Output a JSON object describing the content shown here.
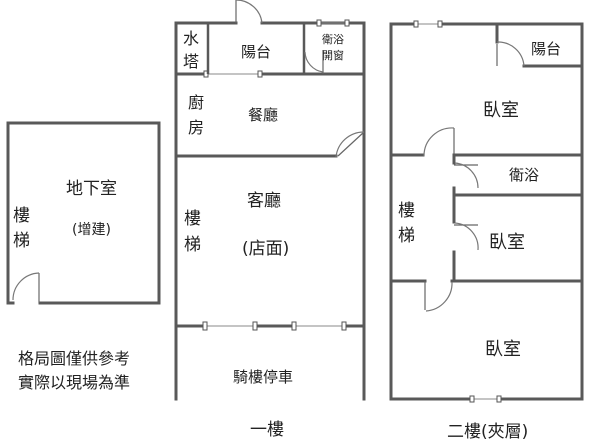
{
  "basement": {
    "title": "地下室",
    "subtitle": "(增建)",
    "stair_char_1": "樓",
    "stair_char_2": "梯"
  },
  "floor1": {
    "caption": "一樓",
    "water_tower_1": "水",
    "water_tower_2": "塔",
    "balcony": "陽台",
    "bath_line_1": "衛浴",
    "bath_line_2": "開窗",
    "kitchen_1": "廚",
    "kitchen_2": "房",
    "dining": "餐廳",
    "living": "客廳",
    "shop": "(店面)",
    "stair_char_1": "樓",
    "stair_char_2": "梯",
    "arcade": "騎樓停車"
  },
  "floor2": {
    "caption": "二樓(夾層)",
    "balcony": "陽台",
    "bedroom_1": "臥室",
    "bath": "衛浴",
    "bedroom_2": "臥室",
    "bedroom_3": "臥室",
    "stair_char_1": "樓",
    "stair_char_2": "梯"
  },
  "disclaimer": {
    "line_1": "格局圖僅供參考",
    "line_2": "實際以現場為準"
  }
}
